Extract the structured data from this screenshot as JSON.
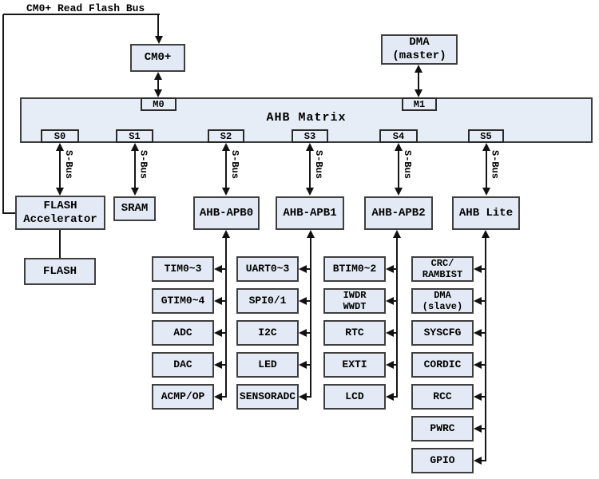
{
  "note": "CM0+ Read Flash Bus",
  "sbus_label": "S-Bus",
  "cm0": {
    "label": "CM0+"
  },
  "dma_master": {
    "lines": [
      "DMA",
      "(master)"
    ]
  },
  "matrix": {
    "label": "AHB Matrix",
    "master_ports": [
      "M0",
      "M1"
    ],
    "slave_ports": [
      "S0",
      "S1",
      "S2",
      "S3",
      "S4",
      "S5"
    ]
  },
  "bridges": [
    {
      "id": "flash-accelerator",
      "lines": [
        "FLASH",
        "Accelerator"
      ]
    },
    {
      "id": "sram",
      "lines": [
        "SRAM"
      ]
    },
    {
      "id": "ahb-apb0",
      "lines": [
        "AHB-APB0"
      ]
    },
    {
      "id": "ahb-apb1",
      "lines": [
        "AHB-APB1"
      ]
    },
    {
      "id": "ahb-apb2",
      "lines": [
        "AHB Lite"
      ]
    }
  ],
  "bridges_fix": "placeholder-not-used",
  "bridge_boxes": [
    {
      "id": "flash-accelerator",
      "lines": [
        "FLASH",
        "Accelerator"
      ]
    },
    {
      "id": "sram",
      "lines": [
        "SRAM"
      ]
    },
    {
      "id": "ahb-apb0",
      "lines": [
        "AHB-APB0"
      ]
    },
    {
      "id": "ahb-apb1",
      "lines": [
        "AHB-APB1"
      ]
    },
    {
      "id": "ahb-apb2",
      "lines": [
        "AHB-APB2"
      ]
    },
    {
      "id": "ahb-lite",
      "lines": [
        "AHB Lite"
      ]
    }
  ],
  "flash": {
    "label": "FLASH"
  },
  "columns": [
    {
      "parent": "ahb-apb0",
      "items": [
        [
          "TIM0~3"
        ],
        [
          "GTIM0~4"
        ],
        [
          "ADC"
        ],
        [
          "DAC"
        ],
        [
          "ACMP/OP"
        ]
      ]
    },
    {
      "parent": "ahb-apb1",
      "items": [
        [
          "UART0~3"
        ],
        [
          "SPI0/1"
        ],
        [
          "I2C"
        ],
        [
          "LED"
        ],
        [
          "SENSORADC"
        ]
      ]
    },
    {
      "parent": "ahb-apb2",
      "items": [
        [
          "BTIM0~2"
        ],
        [
          "IWDR",
          "WWDT"
        ],
        [
          "RTC"
        ],
        [
          "EXTI"
        ],
        [
          "LCD"
        ]
      ]
    },
    {
      "parent": "ahb-lite",
      "items": [
        [
          "CRC/",
          "RAMBIST"
        ],
        [
          "DMA",
          "(slave)"
        ],
        [
          "SYSCFG"
        ],
        [
          "CORDIC"
        ],
        [
          "RCC"
        ],
        [
          "PWRC"
        ],
        [
          "GPIO"
        ]
      ]
    }
  ]
}
